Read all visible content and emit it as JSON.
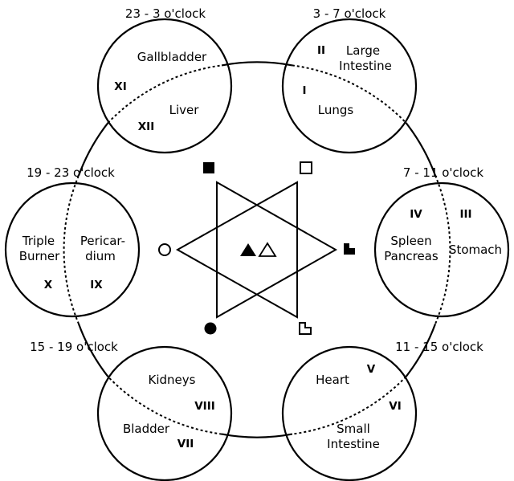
{
  "time_labels": {
    "top_left": "23 - 3 o'clock",
    "top_right": "3 - 7 o'clock",
    "mid_right": "7 - 11 o'clock",
    "bottom_right": "11 - 15 o'clock",
    "bottom_left": "15 - 19 o'clock",
    "mid_left": "19 - 23 o'clock"
  },
  "circles": {
    "gallbladder_liver": {
      "organ_a": "Gallbladder",
      "organ_b": "Liver",
      "num_a": "XI",
      "num_b": "XII"
    },
    "large_intestine_lungs": {
      "organ_a_line1": "Large",
      "organ_a_line2": "Intestine",
      "organ_b": "Lungs",
      "num_a": "II",
      "num_b": "I"
    },
    "spleen_stomach": {
      "organ_a_line1": "Spleen",
      "organ_a_line2": "Pancreas",
      "organ_b": "Stomach",
      "num_a": "IV",
      "num_b": "III"
    },
    "heart_small_intestine": {
      "organ_a": "Heart",
      "organ_b_line1": "Small",
      "organ_b_line2": "Intestine",
      "num_a": "V",
      "num_b": "VI"
    },
    "kidneys_bladder": {
      "organ_a": "Kidneys",
      "organ_b": "Bladder",
      "num_a": "VIII",
      "num_b": "VII"
    },
    "triple_burner_pericardium": {
      "organ_a_line1": "Triple",
      "organ_a_line2": "Burner",
      "organ_b_line1": "Pericar-",
      "organ_b_line2": "dium",
      "num_a": "X",
      "num_b": "IX"
    }
  }
}
